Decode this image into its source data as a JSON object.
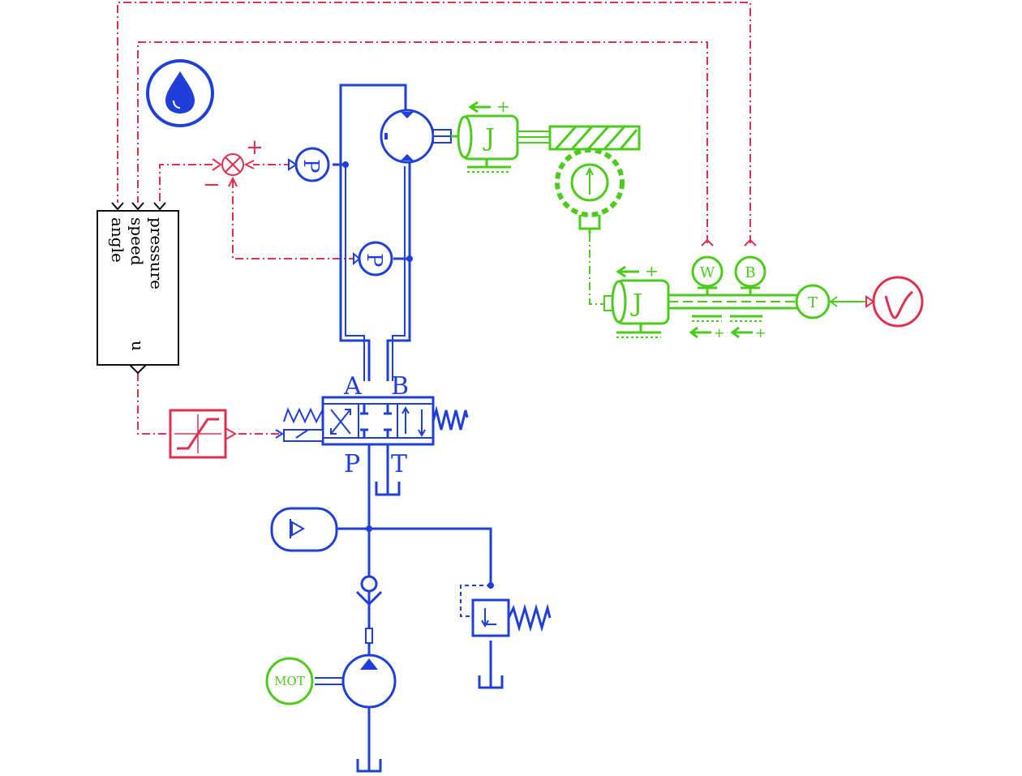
{
  "colors": {
    "hydraulic": "#1f3fd8",
    "mechanical": "#4ccb1a",
    "signal": "#e03050",
    "control_block": "#111111"
  },
  "controller": {
    "inputs": [
      "angle",
      "speed",
      "pressure"
    ],
    "output": "u"
  },
  "comparator": {
    "plus": "+",
    "minus": "−"
  },
  "pressure_sensors": [
    "P",
    "P"
  ],
  "valve_ports": {
    "a": "A",
    "b": "B",
    "p": "P",
    "t": "T"
  },
  "inertias": [
    "J",
    "J"
  ],
  "inertia_signs": [
    "+",
    "+"
  ],
  "sensors": {
    "speed": "W",
    "angle": "B",
    "torque": "T"
  },
  "motor": "MOT",
  "icons": [
    "fluid-properties-icon",
    "signal-source-icon",
    "saturation-icon",
    "tank-icon",
    "check-valve-icon",
    "relief-valve-icon",
    "accumulator-icon"
  ]
}
